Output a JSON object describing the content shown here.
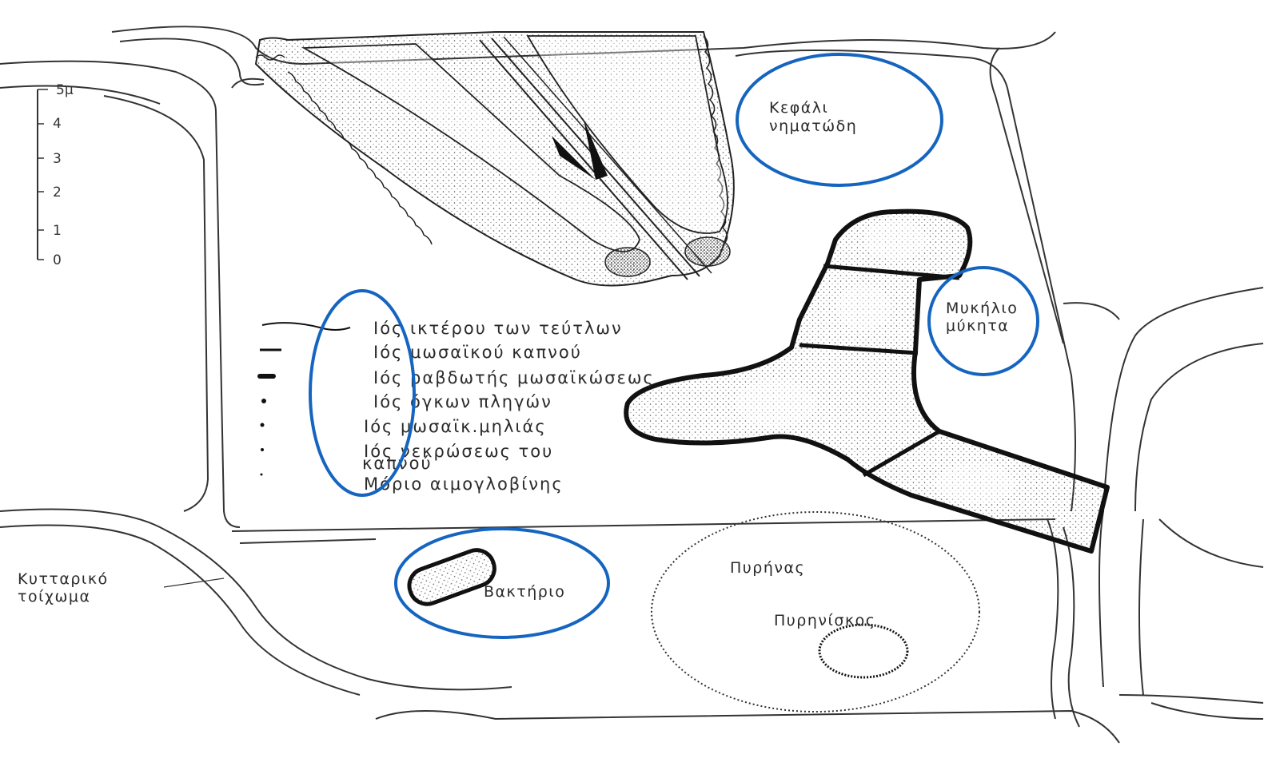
{
  "scale_bar": {
    "ticks": [
      "5μ",
      "4",
      "3",
      "2",
      "1",
      "0"
    ]
  },
  "nematode_head": {
    "label_line1": "Κεφάλι",
    "label_line2": "νηματώδη"
  },
  "fungal_mycelium": {
    "label_line1": "Μυκήλιο",
    "label_line2": "μύκητα"
  },
  "legend": {
    "items": [
      "Ιός ικτέρου των τεύτλων",
      "Ιός μωσαϊκού καπνού",
      "Ιός ραβδωτής μωσαϊκώσεως",
      "Ιός όγκων πληγών",
      "Ιός μωσαϊκ.μηλιάς",
      "Ιός νεκρώσεως του",
      "καπνού",
      "Μόριο αιμογλοβίνης"
    ]
  },
  "cell_wall": {
    "label_line1": "Κυτταρικό",
    "label_line2": "τοίχωμα"
  },
  "bacterium": {
    "label": "Βακτήριο"
  },
  "nucleus": {
    "label": "Πυρήνας"
  },
  "nucleolus": {
    "label": "Πυρηνίσκος"
  },
  "highlight_color": "#1565c0"
}
